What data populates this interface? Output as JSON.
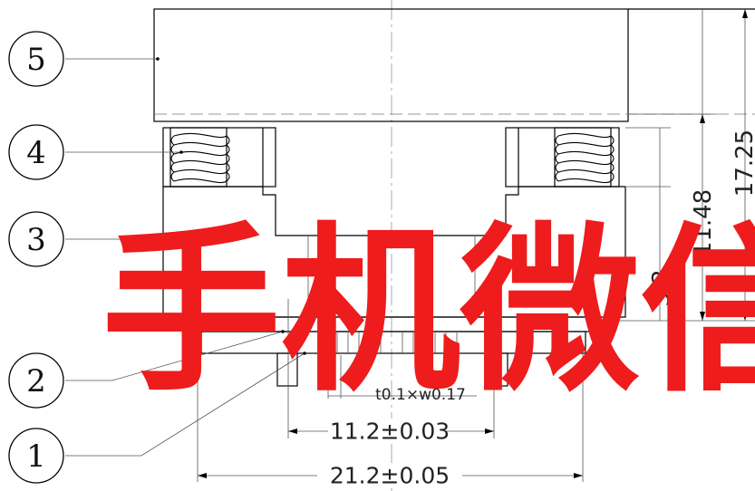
{
  "balloons": [
    "5",
    "4",
    "3",
    "2",
    "1"
  ],
  "dimensions": {
    "overall_width": "21.2±0.05",
    "inner_width": "11.2±0.03",
    "pin_spec": "t0.1×w0.17",
    "height_total": "17.25",
    "height_mid": "11.48",
    "height_small": "3.2"
  },
  "watermark": "手机微信",
  "colors": {
    "line": "#000000",
    "watermark": "#ee1c1c",
    "background": "#ffffff"
  }
}
